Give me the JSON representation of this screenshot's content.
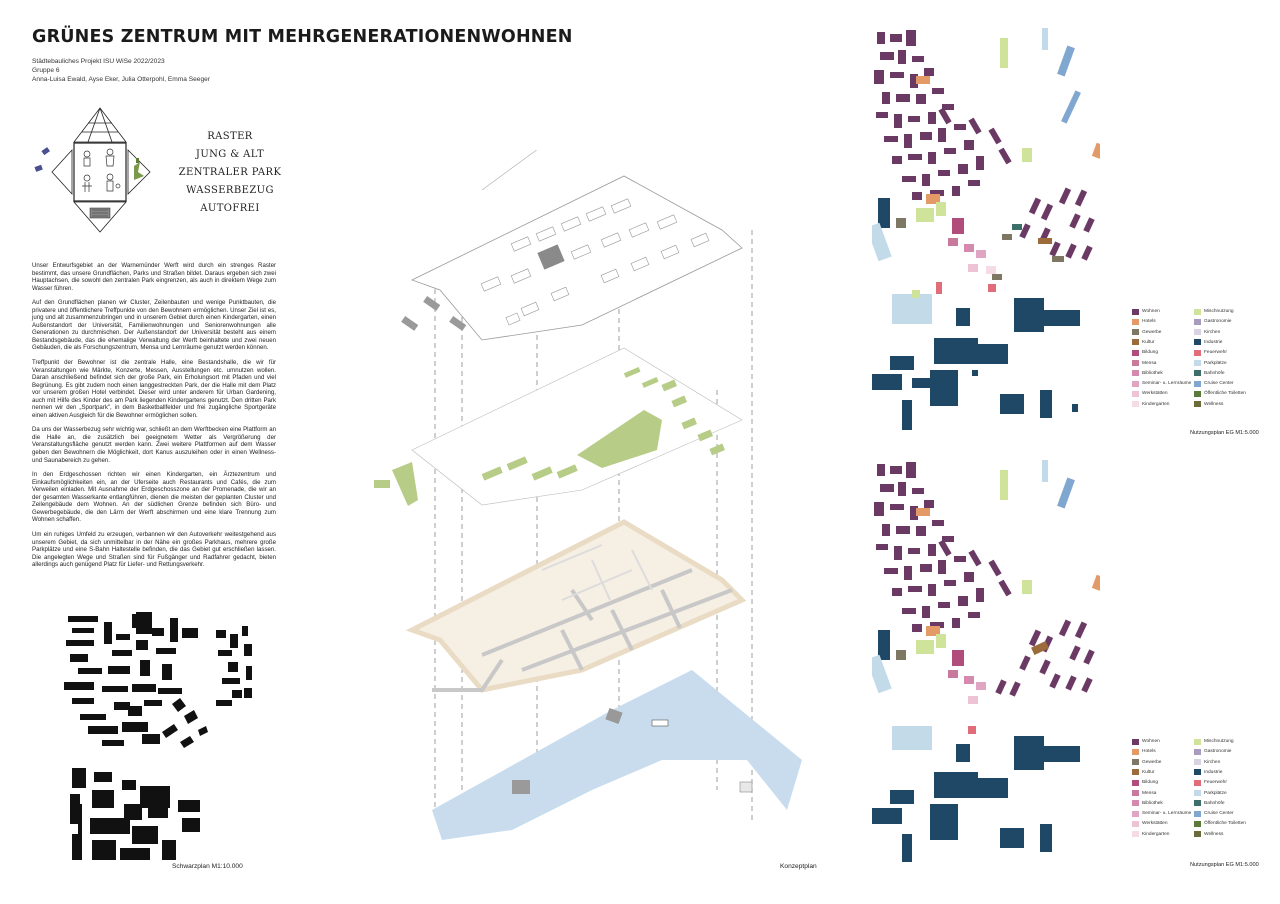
{
  "header": {
    "title": "GRÜNES ZENTRUM MIT MEHRGENERATIONENWOHNEN",
    "project": "Städtebauliches Projekt ISU WiSe 2022/2023",
    "group": "Gruppe 6",
    "authors": "Anna-Luisa Ewald, Ayse Eker, Julia Otterpohl, Emma Seeger"
  },
  "keywords": [
    "RASTER",
    "JUNG & ALT",
    "ZENTRALER PARK",
    "WASSERBEZUG",
    "AUTOFREI"
  ],
  "body_paragraphs": [
    "Unser Entwurfsgebiet an der Warnemünder Werft wird durch ein strenges Raster bestimmt, das unsere Grundflächen, Parks und Straßen bildet. Daraus ergeben sich zwei Hauptachsen, die sowohl den zentralen Park eingrenzen, als auch in direktem Wege zum Wasser führen.",
    "Auf den Grundflächen planen wir Cluster, Zeilenbauten und wenige Punktbauten, die privatere und öffentlichere Treffpunkte von den Bewohnern ermöglichen. Unser Ziel ist es, jung und alt zusammenzubringen und in unserem Gebiet durch einen Kindergarten, einen Außenstandort der Universität, Familienwohnungen und Seniorenwohnungen alle Generationen zu durchmischen. Der Außenstandort der Universität besteht aus einem Bestandsgebäude, das die ehemalige Verwaltung der Werft beinhaltete und zwei neuen Gebäuden, die als Forschungszentrum, Mensa und Lernräume genutzt werden können.",
    "Treffpunkt der Bewohner ist die zentrale Halle, eine Bestandshalle, die wir für Veranstaltungen wie Märkte, Konzerte, Messen, Ausstellungen etc. umnutzen wollen. Daran anschließend befindet sich der große Park, ein Erholungsort mit Pfaden und viel Begrünung. Es gibt zudem noch einen langgestreckten Park, der die Halle mit dem Platz vor unserem großen Hotel verbindet. Dieser wird unter anderem für Urban Gardening, auch mit Hilfe des Kinder des am Park liegenden Kindergartens genutzt. Den dritten Park nennen wir den „Sportpark\", in dem Basketballfelder und frei zugängliche Sportgeräte einen aktiven Ausgleich für die Bewohner ermöglichen sollen.",
    "Da uns der Wasserbezug sehr wichtig war, schließt an dem Werftbecken eine Plattform an die Halle an, die zusätzlich bei geeignetem Wetter als Vergrößerung der Veranstaltungsfläche genutzt werden kann. Zwei weitere Plattformen auf dem Wasser geben den Bewohnern die Möglichkeit, dort Kanus auszuleihen oder in einen Wellness- und Saunabereich zu gehen.",
    "In den Erdgeschossen richten wir einen Kindergarten, ein Ärztezentrum und Einkaufsmöglichkeiten ein, an der Uferseite auch Restaurants und Cafés, die zum Verweilen einladen. Mit Ausnahme der Erdgeschosszone an der Promenade, die wir an der gesamten Wasserkante entlangführen, dienen die meisten der geplanten Cluster und Zeilengebäude dem Wohnen. An der südlichen Grenze befinden sich Büro- und Gewerbegebäude, die den Lärm der Werft abschirmen und eine klare Trennung zum Wohnen schaffen.",
    "Um ein ruhiges Umfeld zu erzeugen, verbannen wir den Autoverkehr weitestgehend aus unserem Gebiet, da sich unmittelbar in der Nähe ein großes Parkhaus, mehrere große Parkplätze und eine S-Bahn Haltestelle befinden, die das Gebiet gut erschließen lassen. Die angelegten Wege und Straßen sind für Fußgänger und Radfahrer gedacht, bieten allerdings auch genügend Platz für Liefer- und Rettungsverkehr."
  ],
  "captions": {
    "schwarzplan": "Schwarzplan M1:10.000",
    "konzeptplan": "Konzeptplan",
    "nutzungsplan_1": "Nutzungsplan EG M1:5.000",
    "nutzungsplan_2": "Nutzungsplan EG M1:5.000"
  },
  "legend": {
    "left": [
      {
        "label": "Wohnen",
        "color": "#6b3a64"
      },
      {
        "label": "Hotels",
        "color": "#e39a66"
      },
      {
        "label": "Gewerbe",
        "color": "#7d7764"
      },
      {
        "label": "Kultur",
        "color": "#9b6b3c"
      },
      {
        "label": "Bildung",
        "color": "#b04d7a"
      },
      {
        "label": "Mensa",
        "color": "#c97a9c"
      },
      {
        "label": "Bibliothek",
        "color": "#d489ad"
      },
      {
        "label": "Seminar- u. Lernräume",
        "color": "#e0a5c0"
      },
      {
        "label": "Werkstätten",
        "color": "#edc3d5"
      },
      {
        "label": "Kindergarten",
        "color": "#f5dbe6"
      }
    ],
    "right": [
      {
        "label": "Mischnutzung",
        "color": "#cfe39a"
      },
      {
        "label": "Gastronomie",
        "color": "#a99bbd"
      },
      {
        "label": "Kirchen",
        "color": "#d9d2e3"
      },
      {
        "label": "Industrie",
        "color": "#1f4766"
      },
      {
        "label": "Feuerwehr",
        "color": "#e06d77"
      },
      {
        "label": "Parkplätze",
        "color": "#c3dbe8"
      },
      {
        "label": "Bahnhöfe",
        "color": "#3d6f6a"
      },
      {
        "label": "Cruise Center",
        "color": "#7fa7cf"
      },
      {
        "label": "Öffentliche Toiletten",
        "color": "#5b7a3a"
      },
      {
        "label": "Wellness",
        "color": "#6a6a3a"
      }
    ]
  },
  "icons": {
    "diagram": "concept-diagram-icon",
    "top": "glass-pyramid-icon",
    "left": "cars-icon",
    "right": "park-icon",
    "bottom": "water-platform-icon"
  },
  "colors": {
    "residential": "#6b3a64",
    "industry": "#1f4766",
    "park": "#b7cc86",
    "water": "#c9dcee",
    "streets": "#eadbc4"
  }
}
